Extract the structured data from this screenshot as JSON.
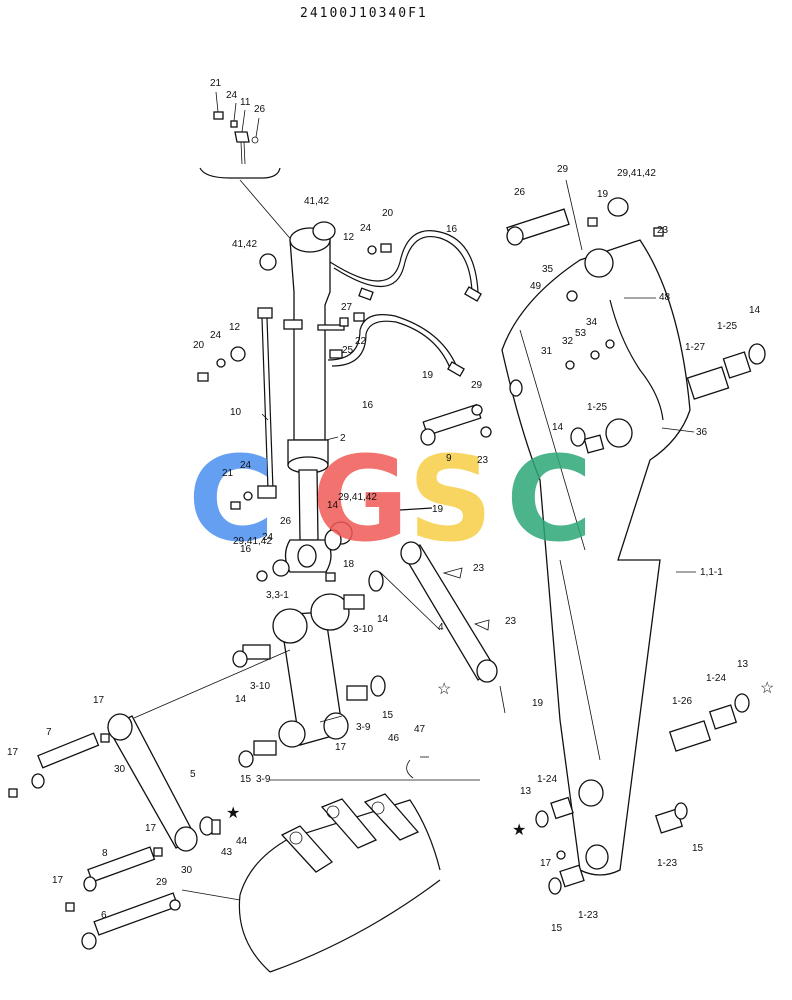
{
  "header": {
    "drawing_code": "24100J10340F1"
  },
  "watermark": {
    "letters": [
      "C",
      "G",
      "S",
      "C"
    ],
    "colors": [
      "#4a8ff0",
      "#ef5a55",
      "#f7cd45",
      "#2da876"
    ]
  },
  "callouts": {
    "c1": "21",
    "c2": "24",
    "c3": "11",
    "c4": "26",
    "c5": "41,42",
    "c6": "24",
    "c7": "20",
    "c8": "41,42",
    "c9": "12",
    "c10": "16",
    "c11": "27",
    "c12": "22",
    "c13": "24",
    "c14": "12",
    "c15": "20",
    "c16": "25",
    "c17": "16",
    "c18": "10",
    "c19": "2",
    "c20": "21",
    "c21": "24",
    "c22": "26",
    "c23": "29,41,42",
    "c24": "14",
    "c25": "19",
    "c26": "29,41,42",
    "c27": "24",
    "c28": "16",
    "c29": "18",
    "c30": "3,3-1",
    "c31": "3-10",
    "c32": "14",
    "c33": "4",
    "c34": "23",
    "c35": "23",
    "c36": "14",
    "c37": "3-10",
    "c38": "15",
    "c39": "3-9",
    "c40": "17",
    "c41": "15",
    "c42": "3-9",
    "c43": "46",
    "c44": "47",
    "c45": "19",
    "c46": "17",
    "c47": "7",
    "c48": "17",
    "c49": "30",
    "c50": "5",
    "c51": "17",
    "c52": "8",
    "c53": "30",
    "c54": "43",
    "c55": "44",
    "c56": "17",
    "c57": "29",
    "c58": "6",
    "c59": "19",
    "c60": "29",
    "c61": "9",
    "c62": "23",
    "c63": "26",
    "c64": "29",
    "c65": "19",
    "c66": "29,41,42",
    "c67": "23",
    "c68": "35",
    "c69": "49",
    "c70": "48",
    "c71": "34",
    "c72": "53",
    "c73": "32",
    "c74": "31",
    "c75": "14",
    "c76": "1-25",
    "c77": "36",
    "c78": "1-27",
    "c79": "1-25",
    "c80": "14",
    "c81": "1,1-1",
    "c82": "13",
    "c83": "1-24",
    "c84": "1-26",
    "c85": "13",
    "c86": "1-24",
    "c87": "17",
    "c88": "15",
    "c89": "1-23",
    "c90": "1-23",
    "c91": "15"
  }
}
